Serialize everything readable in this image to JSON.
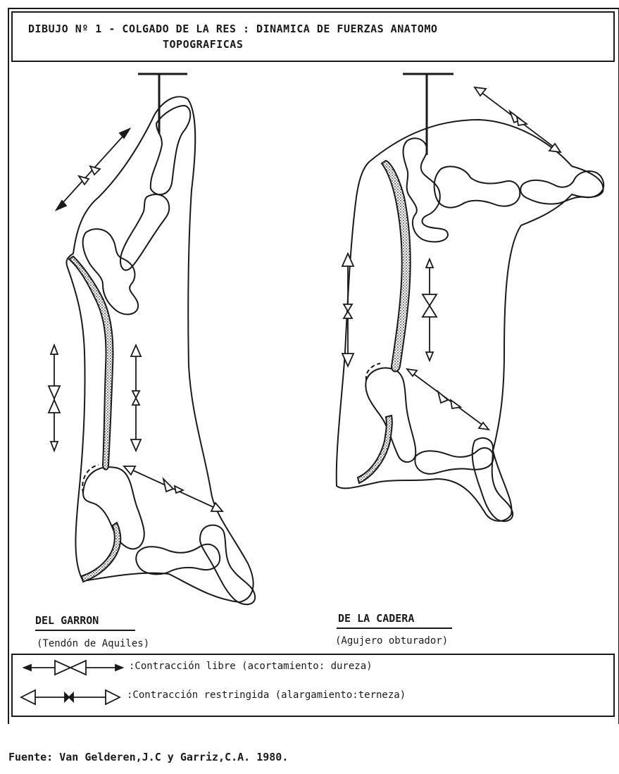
{
  "title": {
    "line1": "DIBUJO Nº 1 - COLGADO DE LA RES : DINAMICA DE FUERZAS ANATOMO",
    "line2": "TOPOGRAFICAS"
  },
  "left_figure": {
    "label": "DEL GARRON",
    "sublabel": "(Tendón de Aquiles)"
  },
  "right_figure": {
    "label": "DE LA CADERA",
    "sublabel": "(Agujero obturador)"
  },
  "legend": {
    "free_contraction": ":Contracción libre (acortamiento: dureza)",
    "restricted_contraction": ":Contracción restringida (alargamiento:terneza)"
  },
  "source": "Fuente: Van Gelderen,J.C y Garriz,C.A. 1980."
}
